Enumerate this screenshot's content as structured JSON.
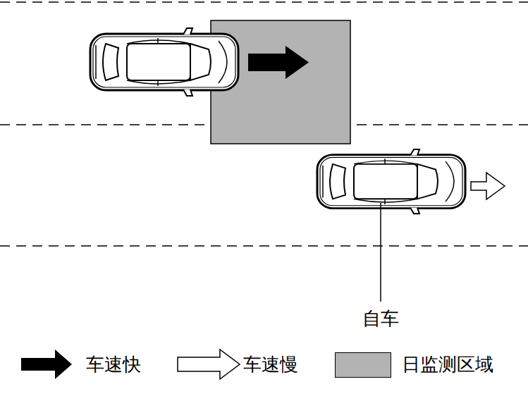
{
  "diagram": {
    "labels": [
      "自车"
    ],
    "legend": [
      {
        "text": "车速快"
      },
      {
        "text": "车速慢"
      },
      {
        "text": "日监测区域",
        "color": "#b3b3b3"
      }
    ]
  }
}
